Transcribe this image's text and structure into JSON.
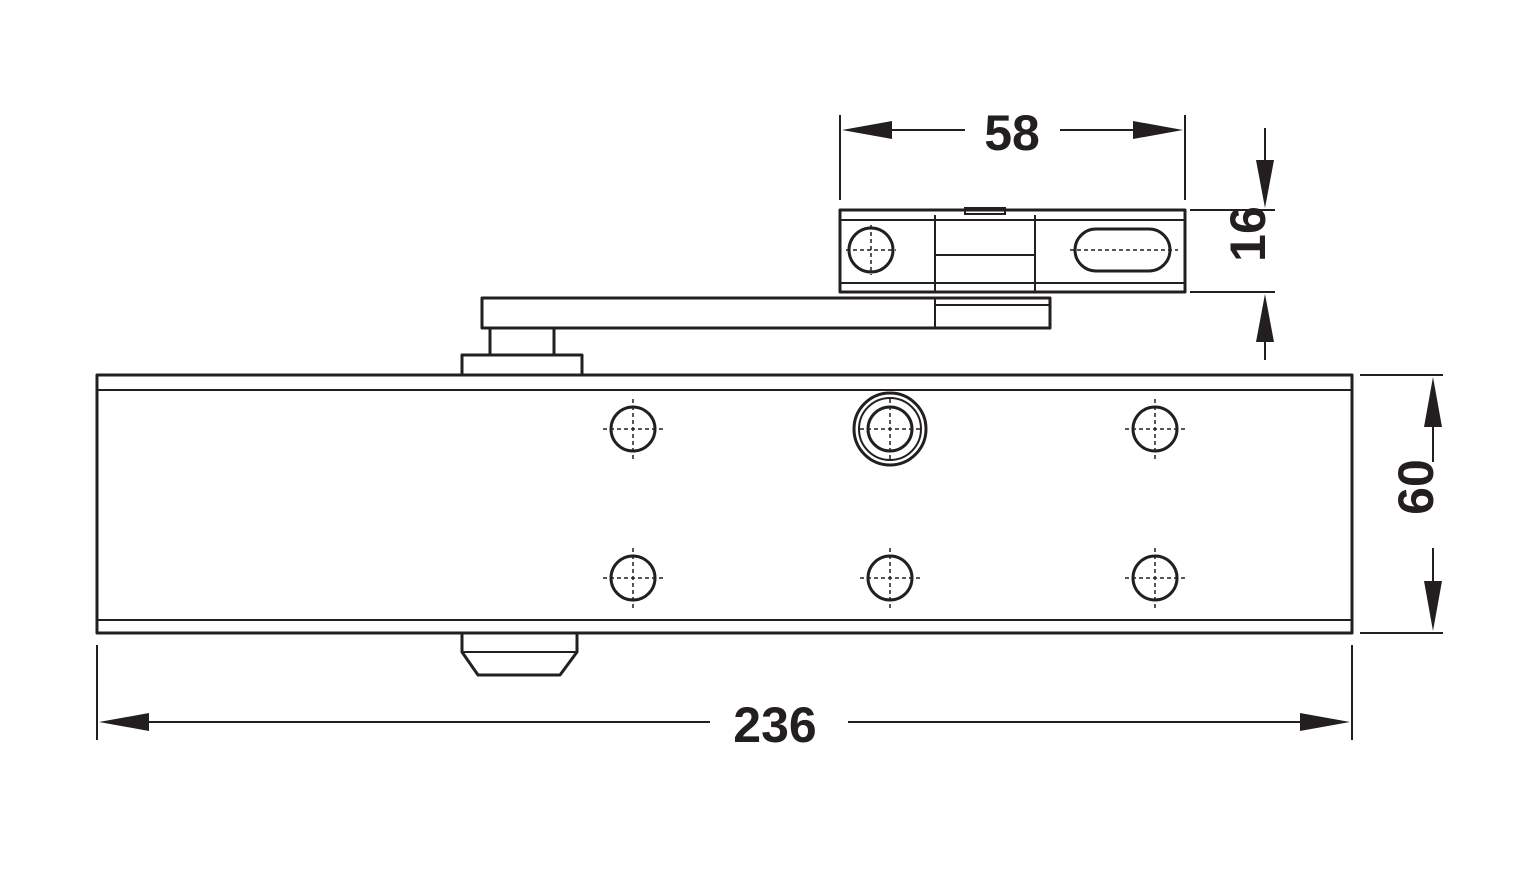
{
  "dimensions": {
    "arm_bracket_width": "58",
    "arm_bracket_height": "16",
    "body_height": "60",
    "body_length": "236"
  },
  "colors": {
    "line": "#231f20",
    "background": "#ffffff"
  }
}
